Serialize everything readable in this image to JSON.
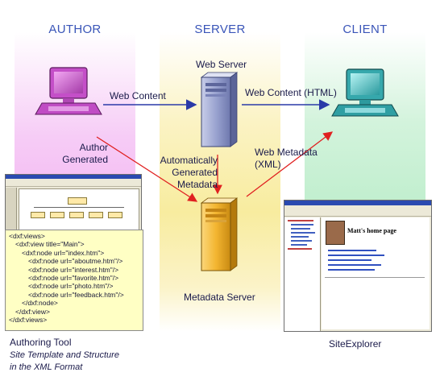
{
  "columns": {
    "author": "AUTHOR",
    "server": "SERVER",
    "client": "CLIENT"
  },
  "nodes": {
    "web_server": "Web Server",
    "metadata_server": "Metadata Server"
  },
  "edges": {
    "web_content": "Web Content",
    "web_content_html": "Web Content (HTML)",
    "author_generated": [
      "Author",
      "Generated"
    ],
    "auto_generated": [
      "Automatically",
      "Generated",
      "Metadata"
    ],
    "web_metadata": [
      "Web Metadata",
      "(XML)"
    ]
  },
  "authoring_tool": {
    "title": "Authoring Tool",
    "subtitle_1": "Site Template and Structure",
    "subtitle_2": "in the XML Format"
  },
  "xml_lines": [
    "<dxf:views>",
    "<dxf:view title=\"Main\">",
    "<dxf:node url=\"index.htm\">",
    "<dxf:node url=\"aboutme.htm\"/>",
    "<dxf:node url=\"interest.htm\"/>",
    "<dxf:node url=\"favorite.htm\"/>",
    "<dxf:node url=\"photo.htm\"/>",
    "<dxf:node url=\"feedback.htm\"/>",
    "</dxf:node>",
    "</dxf:view>",
    "</dxf:views>"
  ],
  "site_explorer": {
    "caption": "SiteExplorer",
    "page_heading": "Matt's home page"
  },
  "colors": {
    "author_band": "#f4b8f2",
    "server_band": "#f8ec9f",
    "client_band": "#bfeecd",
    "blue_arrow": "#2a3aa8",
    "red_arrow": "#e02020",
    "title_blue": "#3a55b8",
    "xml_box": "#ffffc4"
  }
}
